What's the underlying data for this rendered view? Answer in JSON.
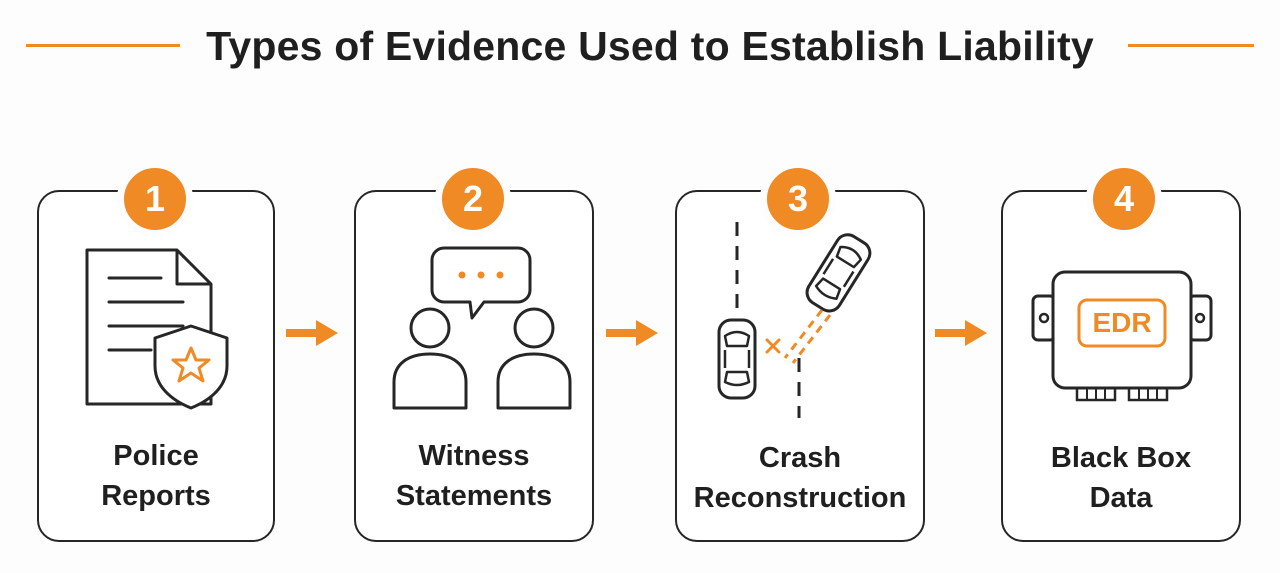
{
  "title": "Types of Evidence Used to Establish Liability",
  "colors": {
    "accent": "#f08a24",
    "stroke": "#262626",
    "text": "#1f1f1f",
    "background": "#fdfdfd"
  },
  "steps": [
    {
      "number": "1",
      "label_line1": "Police",
      "label_line2": "Reports",
      "icon": "police-report-icon"
    },
    {
      "number": "2",
      "label_line1": "Witness",
      "label_line2": "Statements",
      "icon": "witnesses-icon"
    },
    {
      "number": "3",
      "label_line1": "Crash",
      "label_line2": "Reconstruction",
      "icon": "crash-reconstruction-icon"
    },
    {
      "number": "4",
      "label_line1": "Black Box",
      "label_line2": "Data",
      "icon": "edr-device-icon",
      "icon_text": "EDR"
    }
  ]
}
